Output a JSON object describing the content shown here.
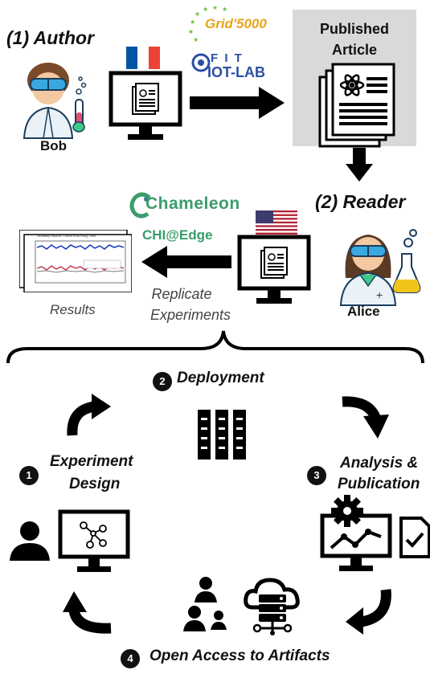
{
  "top": {
    "author_label": "(1) Author",
    "author_name": "Bob",
    "reader_label": "(2) Reader",
    "reader_name": "Alice",
    "article_label_line1": "Published",
    "article_label_line2": "Article",
    "testbed_grid": "Grid'5000",
    "testbed_fit_line1": "F I T",
    "testbed_fit_line2": "IOT-LAB",
    "testbed_chameleon": "Chameleon",
    "testbed_chi_edge": "CHI@Edge",
    "replicate_line1": "Replicate",
    "replicate_line2": "Experiments",
    "results_label": "Results",
    "results_chart_title": "Similarity Search: Threat Post Rung Time"
  },
  "cycle": {
    "step1_number": "1",
    "step1_line1": "Experiment",
    "step1_line2": "Design",
    "step2_number": "2",
    "step2_label": "Deployment",
    "step3_number": "3",
    "step3_line1": "Analysis &",
    "step3_line2": "Publication",
    "step4_number": "4",
    "step4_label": "Open Access to Artifacts"
  },
  "colors": {
    "accent_dark": "#111111",
    "article_box": "#d9d9d9",
    "grid_yellow": "#e8a317",
    "fit_blue": "#2b4fa3",
    "chameleon_green": "#3a9d6b",
    "chameleon_teal": "#3a7f8f"
  }
}
